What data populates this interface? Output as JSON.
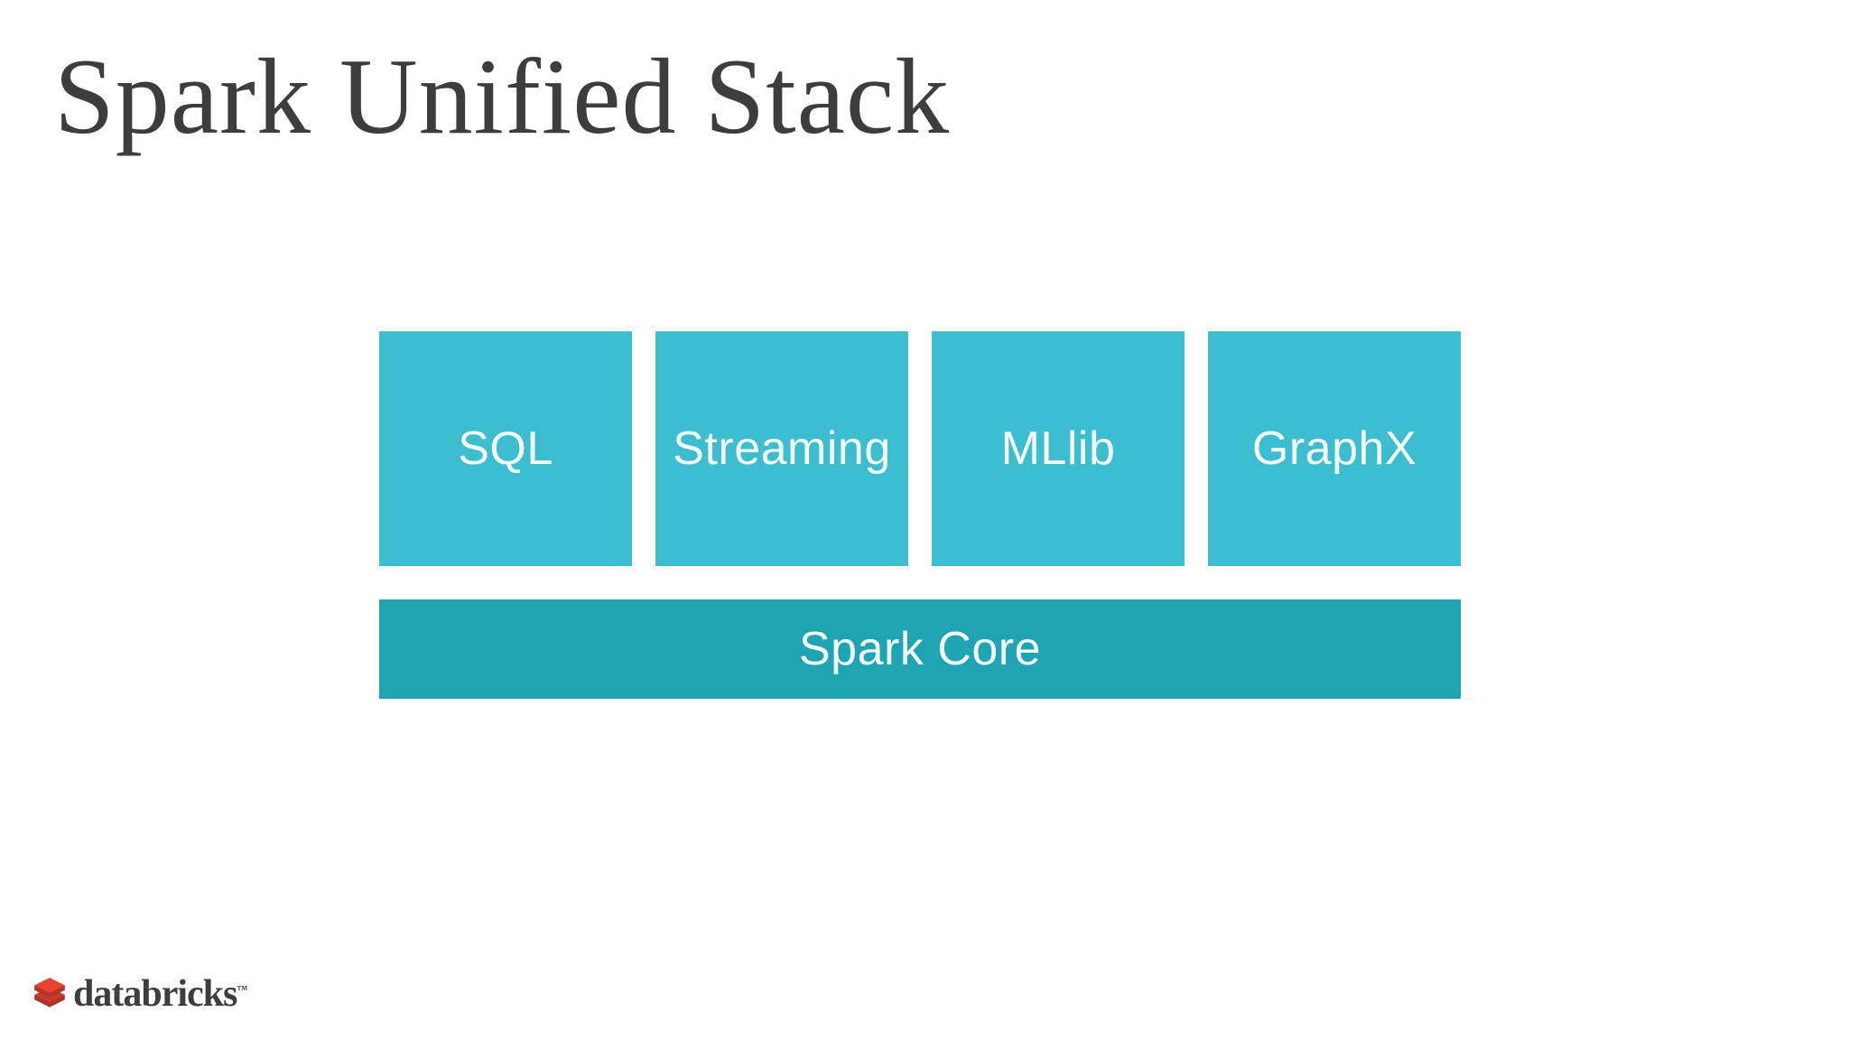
{
  "slide": {
    "title": "Spark Unified Stack",
    "diagram": {
      "components": [
        {
          "label": "SQL"
        },
        {
          "label": "Streaming"
        },
        {
          "label": "MLlib"
        },
        {
          "label": "GraphX"
        }
      ],
      "base": {
        "label": "Spark Core"
      },
      "component_color": "#3cbdd0",
      "base_color": "#1fa4b4",
      "label_color": "#f4fcfd"
    },
    "footer": {
      "logo_text": "databricks",
      "trademark": "™",
      "logo_icon": "databricks-stacked-layers-icon",
      "logo_top_color": "#e8432d",
      "logo_shadow_color": "#a83326",
      "logo_text_color": "#3e3e3e"
    }
  }
}
